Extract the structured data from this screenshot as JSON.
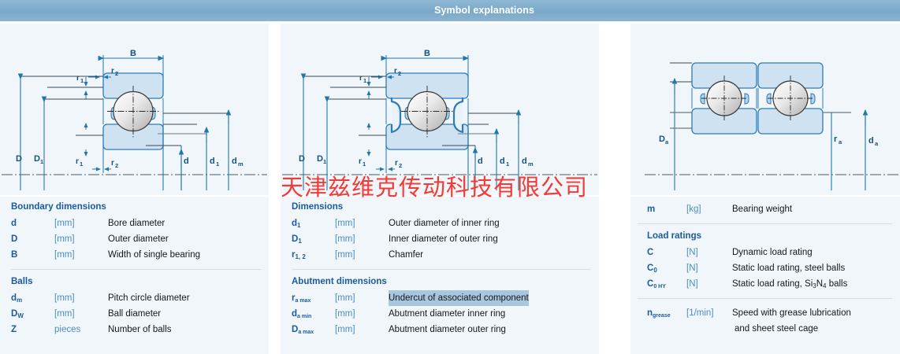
{
  "header": {
    "title": "Symbol explanations",
    "bg_color": "#7aa9c9",
    "text_color": "#ffffff"
  },
  "watermark": {
    "text": "天津兹维克传动科技有限公司",
    "color": "#f23b37"
  },
  "colors": {
    "panel_bg": "#f1f6fa",
    "heading_blue": "#1a5b9e",
    "unit_blue": "#4a8ec2",
    "body_text": "#16181a",
    "selection_bg": "#a8c6dd",
    "ring_fill": "#cfe2f2",
    "ring_stroke": "#2d7cb8",
    "dim_line": "#1f77ad",
    "leader_line": "#3a4a55"
  },
  "diagrams": [
    {
      "id": "single-row-open-bearing",
      "labels": [
        "B",
        "r1",
        "r2",
        "D",
        "D1",
        "d",
        "d1",
        "dm"
      ]
    },
    {
      "id": "sealed-bearing",
      "labels": [
        "B",
        "r1",
        "r2",
        "D",
        "D1",
        "d",
        "d1",
        "dm"
      ]
    },
    {
      "id": "paired-bearing-abutment",
      "labels": [
        "Da",
        "ra",
        "da"
      ]
    }
  ],
  "legend": {
    "columns": [
      {
        "id": "column-left",
        "groups": [
          {
            "heading": "Boundary dimensions",
            "rows": [
              {
                "symbol": "d",
                "unit": "[mm]",
                "desc": "Bore diameter"
              },
              {
                "symbol": "D",
                "unit": "[mm]",
                "desc": "Outer diameter"
              },
              {
                "symbol": "B",
                "unit": "[mm]",
                "desc": "Width of single bearing"
              }
            ]
          },
          {
            "heading": "Balls",
            "rows": [
              {
                "symbol": "dm",
                "unit": "[mm]",
                "desc": "Pitch circle diameter"
              },
              {
                "symbol": "DW",
                "unit": "[mm]",
                "desc": "Ball diameter"
              },
              {
                "symbol": "Z",
                "unit": "pieces",
                "desc": "Number of balls"
              }
            ]
          }
        ]
      },
      {
        "id": "column-middle",
        "groups": [
          {
            "heading": "Dimensions",
            "rows": [
              {
                "symbol": "d1",
                "unit": "[mm]",
                "desc": "Outer diameter of inner ring"
              },
              {
                "symbol": "D1",
                "unit": "[mm]",
                "desc": "Inner diameter of outer ring"
              },
              {
                "symbol": "r1, 2",
                "unit": "[mm]",
                "desc": "Chamfer"
              }
            ]
          },
          {
            "heading": "Abutment dimensions",
            "rows": [
              {
                "symbol": "ra max",
                "unit": "[mm]",
                "desc": "Undercut of associated component",
                "selected": true
              },
              {
                "symbol": "da min",
                "unit": "[mm]",
                "desc": "Abutment diameter inner ring"
              },
              {
                "symbol": "Da max",
                "unit": "[mm]",
                "desc": "Abutment diameter outer ring"
              }
            ]
          }
        ]
      },
      {
        "id": "column-right",
        "groups": [
          {
            "heading": "",
            "rows": [
              {
                "symbol": "m",
                "unit": "[kg]",
                "desc": "Bearing weight"
              }
            ]
          },
          {
            "heading": "Load ratings",
            "rows": [
              {
                "symbol": "C",
                "unit": "[N]",
                "desc": "Dynamic load rating"
              },
              {
                "symbol": "C0",
                "unit": "[N]",
                "desc": "Static load rating, steel balls"
              },
              {
                "symbol": "C0 HY",
                "unit": "[N]",
                "desc": "Static load rating, Si3N4 balls"
              }
            ]
          },
          {
            "heading": "",
            "rows": [
              {
                "symbol": "ngrease",
                "unit": "[1/min]",
                "desc": "Speed with grease lubrication",
                "desc_line2": "and sheet steel cage"
              }
            ]
          }
        ]
      }
    ]
  }
}
